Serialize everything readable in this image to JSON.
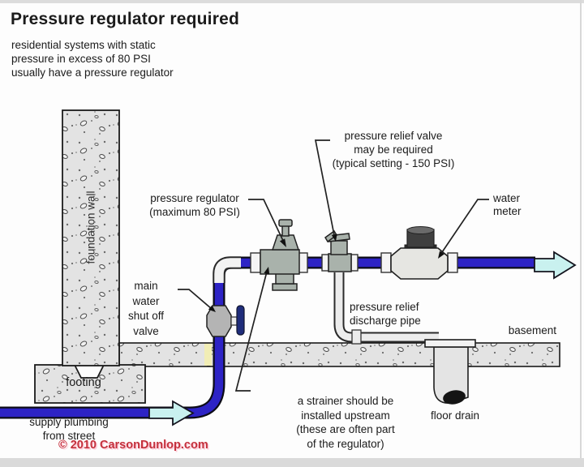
{
  "header": {
    "title": "Pressure regulator required",
    "subtitle": "residential systems with static\npressure in excess of 80 PSI\nusually have a pressure regulator"
  },
  "labels": {
    "pressure_regulator": "pressure regulator\n(maximum 80 PSI)",
    "relief_valve": "pressure relief valve\nmay be required\n(typical setting - 150 PSI)",
    "water_meter": "water\nmeter",
    "shutoff_valve": "main\nwater\nshut off\nvalve",
    "discharge_pipe": "pressure relief\ndischarge pipe",
    "strainer_note": "a strainer should be\ninstalled upstream\n(these are often part\nof the regulator)",
    "floor_drain": "floor drain",
    "basement": "basement",
    "supply": "supply plumbing\nfrom street",
    "footing": "footing",
    "foundation_wall": "foundation wall"
  },
  "copyright": "© 2010 CarsonDunlop.com",
  "colors": {
    "pipe_blue": "#2d23c5",
    "pipe_outline": "#0c0c16",
    "flow_arrow_fill": "#c9f1ef",
    "device_gray": "#a9b2ab",
    "concrete_gray": "#e3e3e3",
    "handle_navy": "#1f2d7b",
    "copyright_red": "#c4303c"
  }
}
